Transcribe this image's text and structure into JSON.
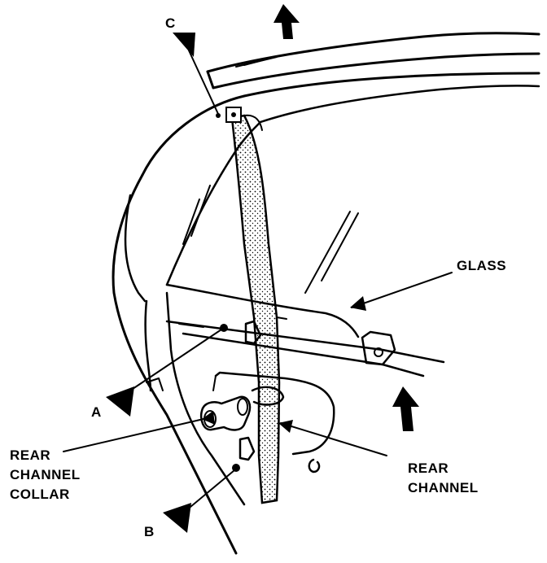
{
  "labels": {
    "c": "C",
    "a": "A",
    "b": "B",
    "glass": "GLASS",
    "rear_channel_collar": [
      "REAR",
      "CHANNEL",
      "COLLAR"
    ],
    "rear_channel": [
      "REAR",
      "CHANNEL"
    ]
  }
}
